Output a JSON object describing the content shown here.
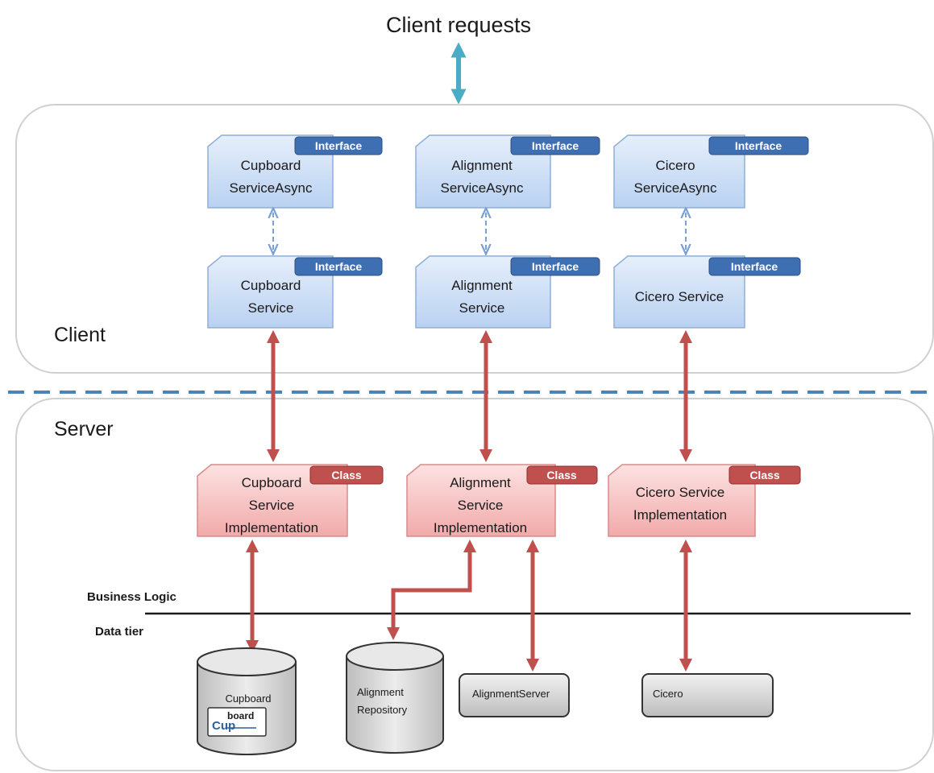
{
  "title": "Client requests",
  "sections": {
    "client": "Client",
    "server": "Server"
  },
  "tiers": {
    "business": "Business Logic",
    "data": "Data tier"
  },
  "badges": {
    "interface": "Interface",
    "class": "Class"
  },
  "async_interfaces": [
    {
      "line1": "Cupboard",
      "line2": "ServiceAsync"
    },
    {
      "line1": "Alignment",
      "line2": "ServiceAsync"
    },
    {
      "line1": "Cicero",
      "line2": "ServiceAsync"
    }
  ],
  "service_interfaces": [
    {
      "line1": "Cupboard",
      "line2": "Service"
    },
    {
      "line1": "Alignment",
      "line2": "Service"
    },
    {
      "line1": "Cicero Service",
      "line2": ""
    }
  ],
  "implementations": [
    {
      "line1": "Cupboard",
      "line2": "Service",
      "line3": "Implementation"
    },
    {
      "line1": "Alignment",
      "line2": "Service",
      "line3": "Implementation"
    },
    {
      "line1": "Cicero Service",
      "line2": "Implementation",
      "line3": ""
    }
  ],
  "datastores": {
    "cupboard": "Cupboard",
    "cupboard_logo_top": "board",
    "cupboard_logo_bottom": "Cup",
    "alignment_repo_line1": "Alignment",
    "alignment_repo_line2": "Repository",
    "alignment_server": "AlignmentServer",
    "cicero": "Cicero"
  },
  "colors": {
    "interface_fill": "#cfe0f7",
    "interface_badge": "#3f6fb3",
    "class_fill": "#f7c9c9",
    "class_badge": "#c0504d",
    "arrow_red": "#c0504d",
    "arrow_teal": "#4bacc6",
    "divider": "#4f81bd"
  }
}
